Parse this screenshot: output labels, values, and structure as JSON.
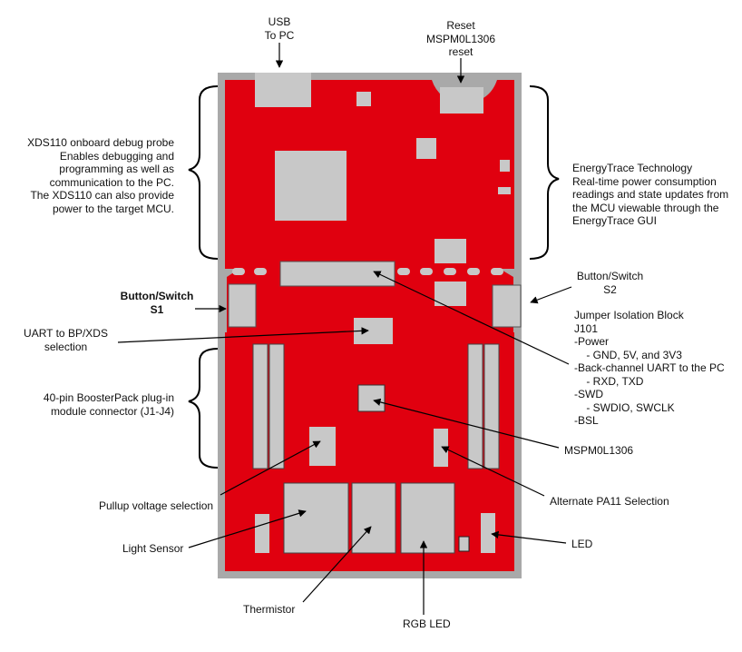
{
  "labels": {
    "usb": [
      "USB",
      "To PC"
    ],
    "reset": [
      "Reset",
      "MSPM0L1306",
      "reset"
    ],
    "xds110": [
      "XDS110 onboard debug probe",
      "Enables debugging and",
      "programming as well as",
      "communication to the PC.",
      "The XDS110 can also provide",
      "power to the target MCU."
    ],
    "energytrace": [
      "EnergyTrace Technology",
      "Real-time power consumption",
      "readings and state updates from",
      "the MCU viewable through the",
      "EnergyTrace GUI"
    ],
    "button_s2": [
      "Button/Switch",
      "S2"
    ],
    "button_s1": [
      "Button/Switch",
      "S1"
    ],
    "jumper": [
      "Jumper Isolation Block",
      "J101",
      "-Power",
      "    - GND, 5V, and 3V3",
      "-Back-channel UART to the PC",
      "    - RXD, TXD",
      "-SWD",
      "    - SWDIO, SWCLK",
      "-BSL"
    ],
    "uart": [
      "UART to BP/XDS",
      "selection"
    ],
    "boosterpack": [
      "40-pin BoosterPack plug-in",
      "module connector (J1-J4)"
    ],
    "mcu": [
      "MSPM0L1306"
    ],
    "pa11": [
      "Alternate PA11 Selection"
    ],
    "pullup": [
      "Pullup voltage selection"
    ],
    "light": [
      "Light Sensor"
    ],
    "led": [
      "LED"
    ],
    "thermistor": [
      "Thermistor"
    ],
    "rgb": [
      "RGB LED"
    ]
  },
  "colors": {
    "pcb_red": "#e0000f",
    "board_frame": "#a9a9a9",
    "component": "#c8c8c8",
    "line": "#000000"
  }
}
